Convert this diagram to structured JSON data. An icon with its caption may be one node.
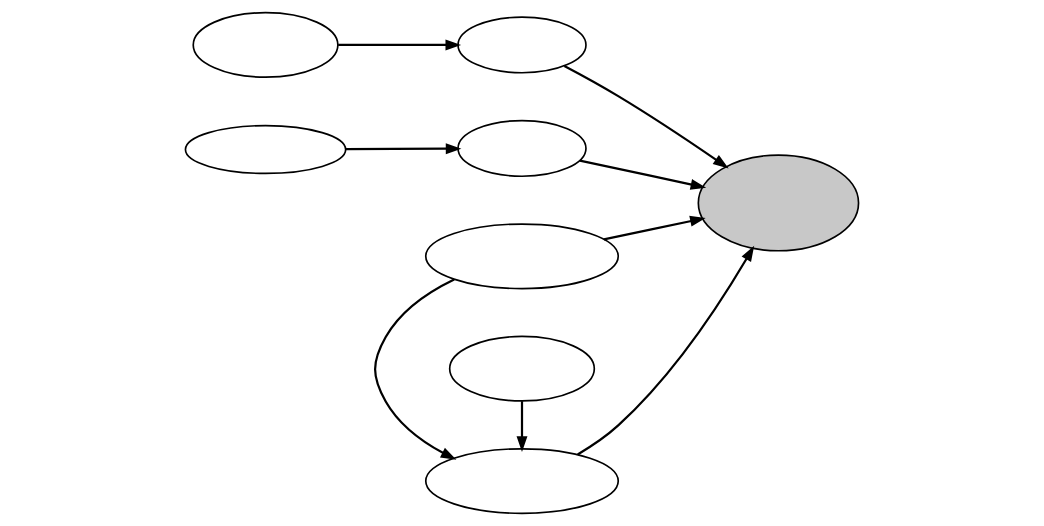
{
  "diagram": {
    "nodes": [
      {
        "text": [],
        "shape": "ellipse"
      },
      {
        "text": [],
        "shape": "ellipse"
      },
      {
        "text": [],
        "shape": "ellipse"
      },
      {
        "text": [],
        "shape": "ellipse"
      },
      {
        "text": [],
        "shape": "ellipse"
      },
      {
        "text": [],
        "shape": "ellipse"
      },
      {
        "text": [],
        "shape": "ellipse"
      },
      {
        "text": [],
        "shape": "ellipse"
      }
    ],
    "edges": [
      {
        "from": 0,
        "to": 1,
        "arrow": "to"
      },
      {
        "from": 1,
        "to": 4,
        "arrow": "to"
      },
      {
        "from": 2,
        "to": 4,
        "arrow": "to"
      },
      {
        "from": 3,
        "to": 2,
        "arrow": "to"
      },
      {
        "from": 5,
        "to": 4,
        "arrow": "to"
      },
      {
        "from": 5,
        "to": 6,
        "arrow": "to"
      },
      {
        "from": 6,
        "to": 4,
        "arrow": "to"
      },
      {
        "from": 7,
        "to": 6,
        "arrow": "to"
      }
    ]
  }
}
